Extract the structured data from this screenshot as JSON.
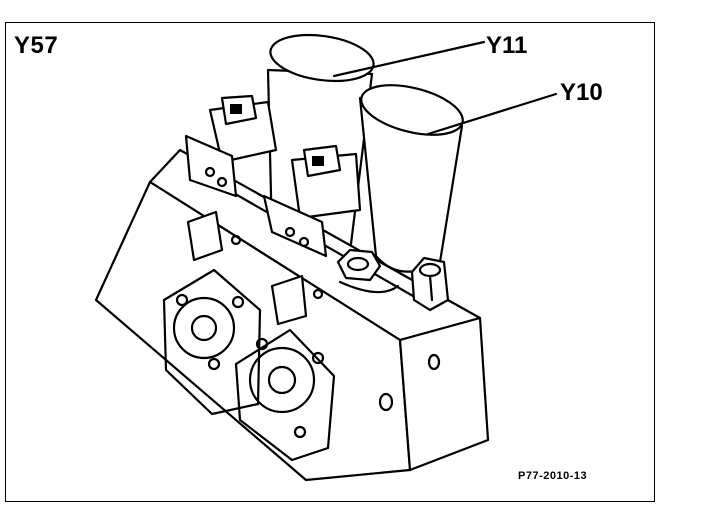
{
  "diagram": {
    "component_id": "Y57",
    "callouts": [
      "Y11",
      "Y10"
    ],
    "reference_code": "P77-2010-13"
  }
}
